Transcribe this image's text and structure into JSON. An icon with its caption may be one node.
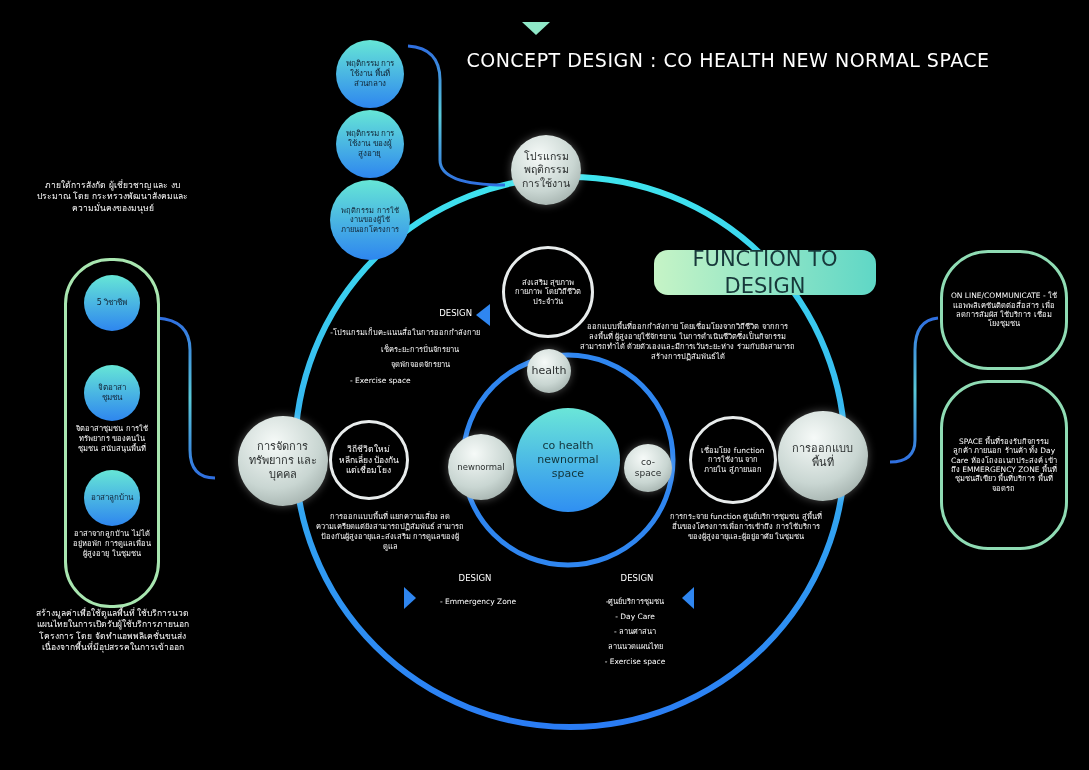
{
  "diagram": {
    "title": "CONCEPT DESIGN  : CO HEALTH NEW NORMAL SPACE",
    "nodes": [
      {
        "text": [
          "พฤติกรรม การใช้งาน พื้นที่ส่วนกลาง"
        ]
      },
      {
        "text": [
          "พฤติกรรม การใช้งาน ของผู้สูงอายุ"
        ]
      },
      {
        "text": [
          "พฤติกรรม การใช้งานของผู้ใช้ ภายนอกโครงการ"
        ]
      },
      {
        "text": [
          "โปรแกรม พฤติกรรม การใช้งาน"
        ]
      },
      {
        "text": [
          "ส่งเสริม สุขภาพกายภาพ โดยวิถีชีวิตประจำวัน"
        ]
      },
      {
        "text": [
          "FUNCTION TO DESIGN"
        ]
      },
      {
        "text": [
          "health"
        ]
      },
      {
        "text": [],
        "shape": "box"
      },
      {
        "text": [
          "5 วิชาชีพ"
        ],
        "in": 7
      },
      {
        "text": [
          "จิตอาสาชุมชน"
        ],
        "in": 7,
        "beside": [
          "จิตอาสาชุมชน การใช้ทรัพยากร ของคนในชุมชน สนับสนุนพื้นที่"
        ]
      },
      {
        "text": [
          "อาสาลูกบ้าน"
        ],
        "in": 7,
        "beside": [
          "อาสาจากลูกบ้าน ไม่ได้อยู่หอพัก การดูแลเพื่อน ผู้สูงอายุ ในชุมชน"
        ]
      },
      {
        "text": [
          "การจัดการ ทรัพยากร และบุคคล"
        ]
      },
      {
        "text": [
          "วิถีชีวิตใหม่ หลีกเลี่ยง ป้องกัน แต่เชื่อมโยง"
        ]
      },
      {
        "text": [
          "newnormal"
        ]
      },
      {
        "text": [
          "co health newnormal space"
        ]
      },
      {
        "text": [
          "co- space"
        ]
      },
      {
        "text": [
          "เชื่อมโยง function การใช้งาน จากภายใน สู่ภายนอก"
        ]
      },
      {
        "text": [
          "การออกแบบ พื้นที่"
        ]
      },
      {
        "text": [
          "ON LINE/COMMUNICATE - ใช้แอพพลิเคชันติดต่อสื่อสาร เพื่อลดการสัมผัส ใช้บริการ เชื่อมโยงชุมชน"
        ]
      },
      {
        "text": [
          "SPACE พื้นที่รองรับกิจกรรม ลูกค้า ภายนอก ร้านค้า ทั้ง Day Care ห้องโถงอเนกประสงค์ เข้าถึง EMMERGENCY ZONE พื้นที่ชุมชนสีเขียว พื้นที่บริการ พื้นที่จอดรถ"
        ]
      }
    ],
    "labels": [
      "ภายใต้การสังกัด ผู้เชี่ยวชาญ และ งบประมาณ โดย กระทรวงพัฒนาสังคมและความมั่นคงของมนุษย์",
      "DESIGN",
      "-โปรแกรมเก็บคะแนนสื่อในการออกกำลังกาย",
      "เช็คระยะการปั่นจักรยาน",
      "จุดพักจอดจักรยาน",
      "- Exercise space",
      "ออกแบบพื้นที่ออกกำลังกาย โดยเชื่อมโยงจากวิถีชีวิต จากการลงพื้นที่ ผู้สูงอายุใช้จักรยาน ในการดำเนินชีวิตซึ่งเป็นกิจกรรมสามารถทำได้ ด้วยตัวเองและมีการเว้นระยะห่าง ร่วมกับยังสามารถสร้างการปฏิสัมพันธ์ได้",
      "การออกแบบพื้นที่ แยกความเสี่ยง ลดความเครียดแต่ยังสามารถปฏิสัมพันธ์ สามารถป้องกันผู้สูงอายุและส่งเสริม การดูแลของผู้ดูแล",
      "การกระจาย function ศูนย์บริการชุมชน สู่พื้นที่อื่นของโครงการเพื่อการเข้าถึง การใช้บริการของผู้สูงอายุและผู้อยู่อาศัย ในชุมชน",
      "DESIGN",
      "- Emmergency Zone",
      "DESIGN",
      "-ศูนย์บริการชุมชน",
      "- Day Care",
      "- ลานศาสนา",
      "ลานนวดแผนไทย",
      "- Exercise space",
      "สร้างมูลค่าเพื่อใช้ดูแลพื้นที่ ใช้บริการนวดแผนไทยในการเปิดรับผู้ใช้บริการภายนอกโครงการ โดย จัดทำแอพพลิเคชั่นขนส่งเนื่องจากพื้นที่มีอุปสรรคในการเข้าออก"
    ]
  }
}
